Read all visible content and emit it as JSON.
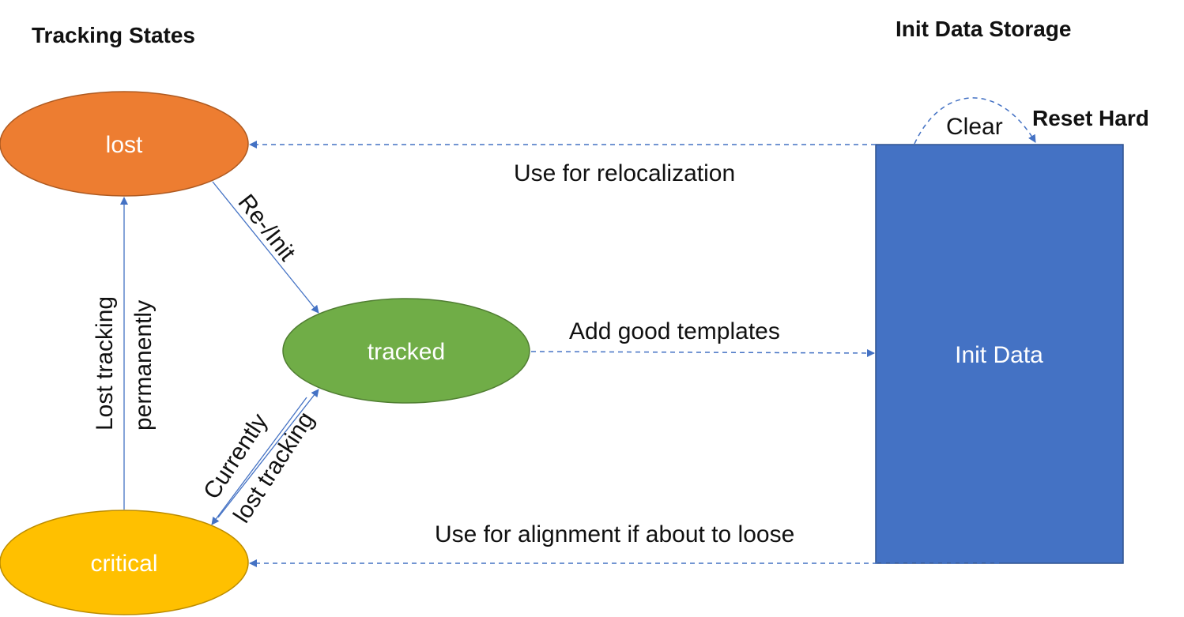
{
  "headings": {
    "tracking_states": "Tracking States",
    "init_data_storage": "Init Data Storage"
  },
  "nodes": {
    "lost": {
      "label": "lost",
      "color": "#ED7D31"
    },
    "tracked": {
      "label": "tracked",
      "color": "#70AD47"
    },
    "critical": {
      "label": "critical",
      "color": "#FFC000"
    },
    "init_data": {
      "label": "Init Data",
      "color": "#4472C4"
    }
  },
  "edges": {
    "lost_to_tracked": "Re-/Init",
    "critical_to_lost_line1": "Lost tracking",
    "critical_to_lost_line2": "permanently",
    "tracked_critical_line1": "Currently",
    "tracked_critical_line2": "lost tracking",
    "tracked_to_init": "Add good templates",
    "init_to_lost": "Use for relocalization",
    "init_to_critical": "Use for alignment if about to loose",
    "clear": "Clear",
    "reset_hard": "Reset Hard"
  },
  "colors": {
    "arrow": "#4472C4",
    "text": "#111111"
  }
}
